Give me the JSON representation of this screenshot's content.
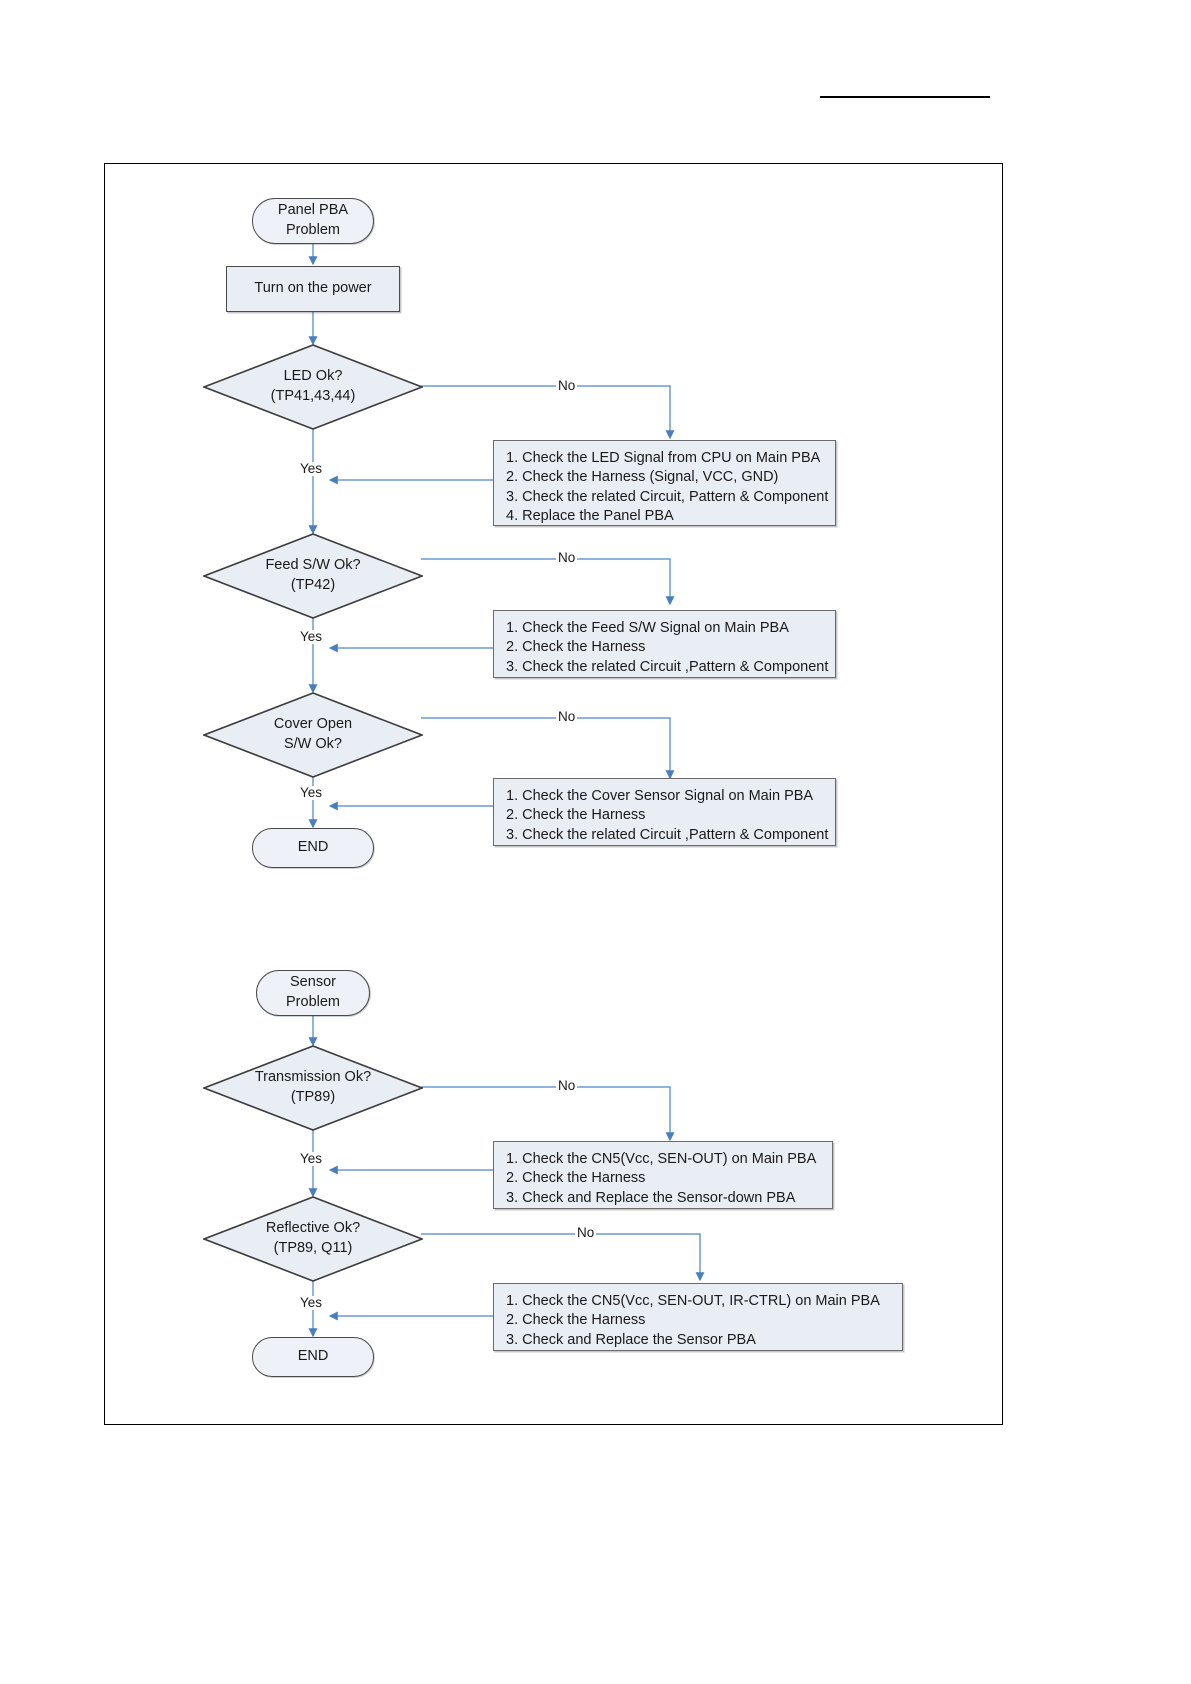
{
  "document": {
    "title": "Panel PBA / Sensor Troubleshooting Flowchart",
    "accent_line_color": "#000000",
    "frame_color": "#000000",
    "node_fill": "#e9edf4",
    "node_border": "#4a4a4a",
    "connector_color": "#5b8ac4"
  },
  "flow_panel": {
    "start": "Panel PBA\nProblem",
    "process_power": "Turn on the power",
    "decision_led": "LED Ok?\n(TP41,43,44)",
    "decision_feed": "Feed S/W Ok?\n(TP42)",
    "decision_cover": "Cover Open\nS/W Ok?",
    "end": "END",
    "labels": {
      "no": "No",
      "yes": "Yes"
    },
    "action_led": {
      "lines": [
        "1. Check the LED Signal from CPU on Main PBA",
        "2. Check the Harness (Signal, VCC, GND)",
        "3. Check the related Circuit, Pattern & Component",
        "4. Replace the Panel PBA"
      ]
    },
    "action_feed": {
      "lines": [
        "1. Check the Feed S/W Signal on Main PBA",
        "2. Check the Harness",
        "3. Check the related Circuit ,Pattern & Component"
      ]
    },
    "action_cover": {
      "lines": [
        "1. Check the Cover Sensor Signal on Main PBA",
        "2. Check the Harness",
        "3. Check the related Circuit ,Pattern & Component"
      ]
    }
  },
  "flow_sensor": {
    "start": "Sensor\nProblem",
    "decision_transmission": "Transmission Ok?\n(TP89)",
    "decision_reflective": "Reflective Ok?\n(TP89, Q11)",
    "end": "END",
    "labels": {
      "no": "No",
      "yes": "Yes"
    },
    "action_transmission": {
      "lines": [
        "1. Check the CN5(Vcc, SEN-OUT) on Main PBA",
        "2. Check the Harness",
        "3. Check and Replace the Sensor-down PBA"
      ]
    },
    "action_reflective": {
      "lines": [
        "1. Check the CN5(Vcc, SEN-OUT, IR-CTRL) on Main PBA",
        "2. Check the Harness",
        "3. Check and Replace the Sensor PBA"
      ]
    }
  }
}
